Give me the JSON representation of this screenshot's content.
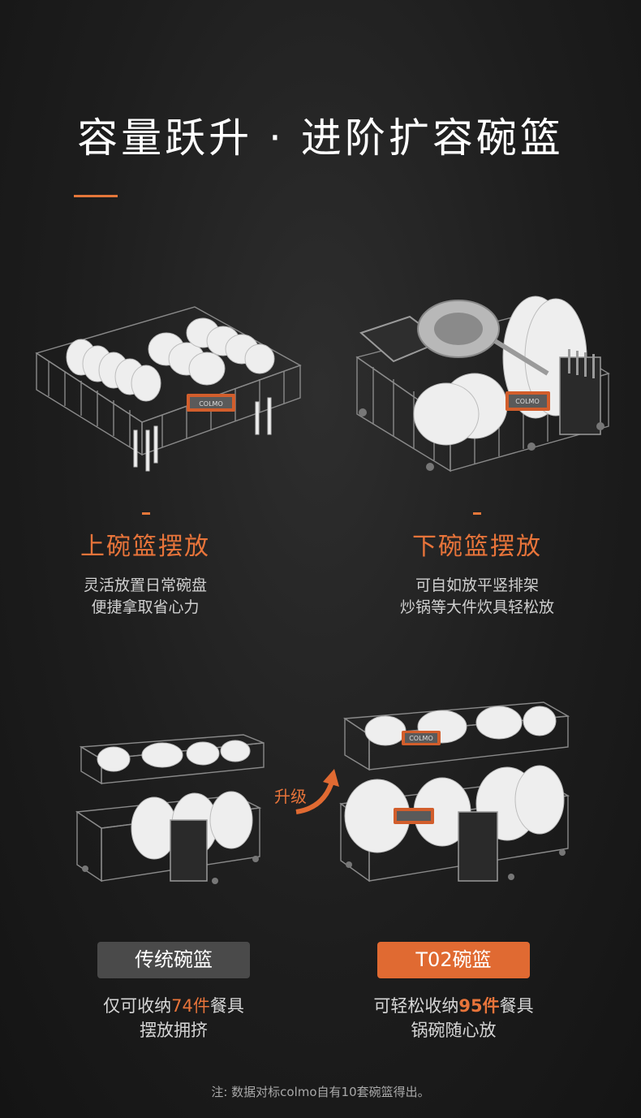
{
  "title": "容量跃升 · 进阶扩容碗篮",
  "upper_basket": {
    "heading": "上碗篮摆放",
    "desc_line1": "灵活放置日常碗盘",
    "desc_line2": "便捷拿取省心力",
    "brand": "COLMO"
  },
  "lower_basket": {
    "heading": "下碗篮摆放",
    "desc_line1": "可自如放平竖排架",
    "desc_line2": "炒锅等大件炊具轻松放",
    "brand": "COLMO"
  },
  "upgrade_label": "升级",
  "traditional": {
    "label": "传统碗篮",
    "cap_pre": "仅可收纳",
    "cap_num": "74件",
    "cap_post": "餐具",
    "cap_line2": "摆放拥挤"
  },
  "t02": {
    "label": "T02碗篮",
    "cap_pre": "可轻松收纳",
    "cap_num": "95件",
    "cap_post": "餐具",
    "cap_line2": "锅碗随心放",
    "brand": "COLMO"
  },
  "note": "注: 数据对标colmo自有10套碗篮得出。",
  "colors": {
    "accent": "#e8743a",
    "traditional_pill": "#4a4a4a",
    "t02_pill": "#e06a32"
  }
}
